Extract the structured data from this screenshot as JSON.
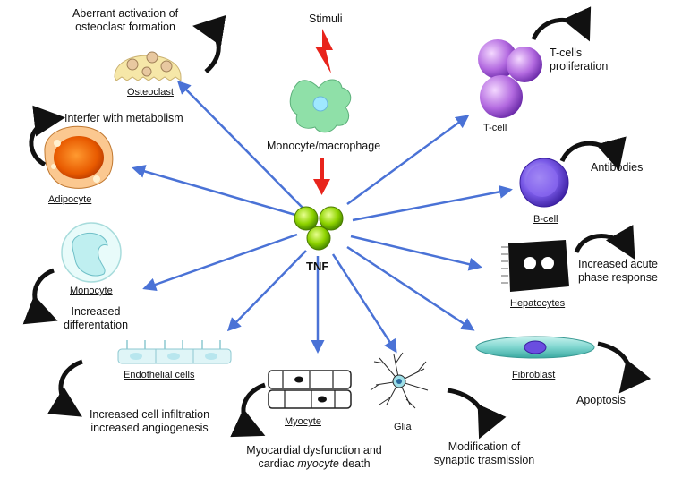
{
  "labels": {
    "stimuli": "Stimuli",
    "monocyte_macrophage": "Monocyte/macrophage",
    "tnf": "TNF",
    "osteoclast_effect_1": "Aberrant activation of",
    "osteoclast_effect_2": "osteoclast formation",
    "osteoclast": "Osteoclast",
    "adipocyte_effect": "Interfer with metabolism",
    "adipocyte": "Adipocyte",
    "monocyte": "Monocyte",
    "monocyte_effect_1": "Increased",
    "monocyte_effect_2": "differentation",
    "endothelial": "Endothelial cells",
    "endothelial_effect_1": "Increased cell infiltration",
    "endothelial_effect_2": "increased angiogenesis",
    "myocyte": "Myocyte",
    "myocyte_effect_1": "Myocardial dysfunction and",
    "myocyte_effect_2a": "cardiac ",
    "myocyte_effect_2b": "myocyte",
    "myocyte_effect_2c": " death",
    "glia": "Glia",
    "glia_effect_1": "Modification of",
    "glia_effect_2": "synaptic trasmission",
    "fibroblast": "Fibroblast",
    "fibroblast_effect": "Apoptosis",
    "hepatocytes": "Hepatocytes",
    "hepatocytes_effect_1": "Increased acute",
    "hepatocytes_effect_2": "phase response",
    "bcell": "B-cell",
    "bcell_effect": "Antibodies",
    "tcell": "T-cell",
    "tcell_effect_1": "T-cells",
    "tcell_effect_2": "proliferation"
  },
  "colors": {
    "arrow": "#4a72d6",
    "stimulus": "#e8241c",
    "tnf": "#8fd400",
    "macrophage": "#8fe0a8",
    "tcell": "#b36ae0",
    "bcell": "#6a4ee0",
    "osteoclast": "#f6e7a8",
    "adipocyte": "#f07a10",
    "monocyte": "#bfeff0",
    "fibroblast": "#7fd6cf",
    "hepatocyte": "#111111"
  }
}
